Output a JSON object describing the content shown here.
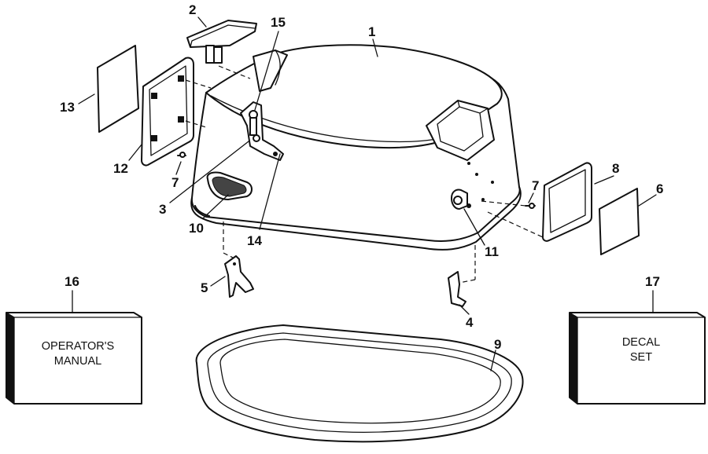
{
  "callouts": {
    "c1": "1",
    "c2": "2",
    "c3": "3",
    "c4": "4",
    "c5": "5",
    "c6": "6",
    "c7a": "7",
    "c7b": "7",
    "c8": "8",
    "c9": "9",
    "c10": "10",
    "c11": "11",
    "c12": "12",
    "c13": "13",
    "c14": "14",
    "c15": "15",
    "c16": "16",
    "c17": "17"
  },
  "boxes": {
    "operators_manual": {
      "line1": "OPERATOR'S",
      "line2": "MANUAL"
    },
    "decal_set": {
      "line1": "DECAL",
      "line2": "SET"
    }
  }
}
